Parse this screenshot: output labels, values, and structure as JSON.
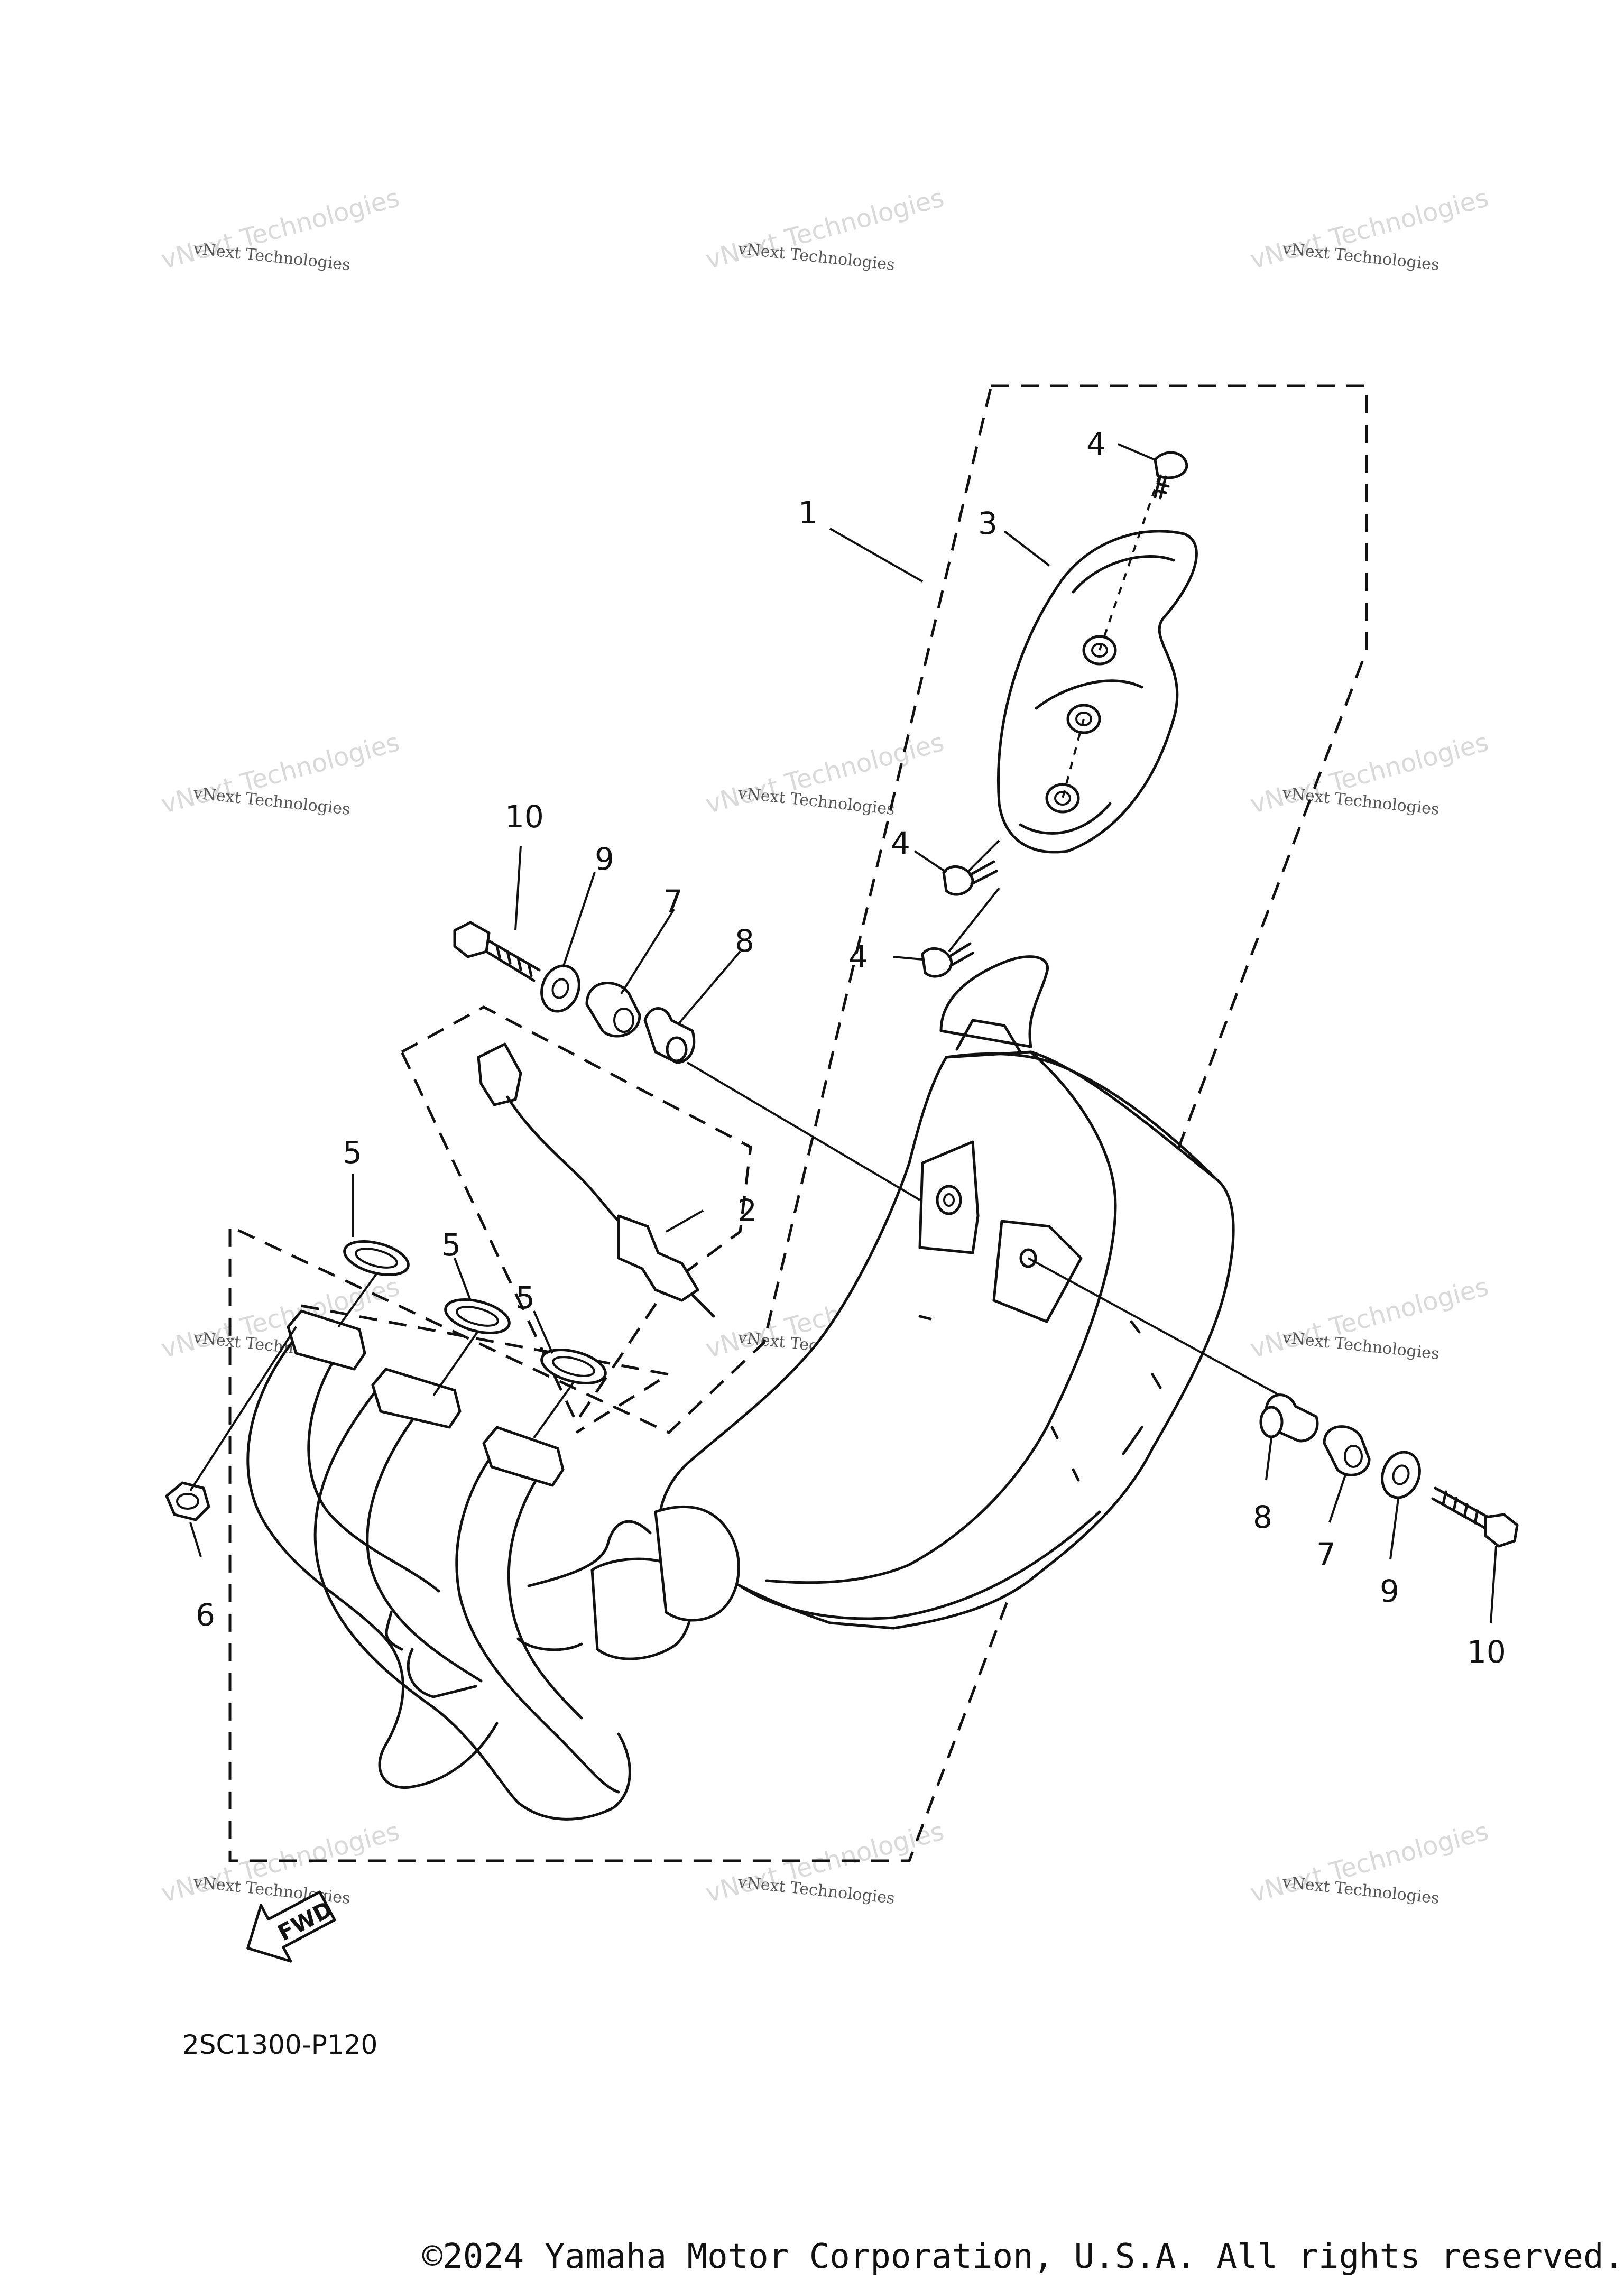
{
  "diagram": {
    "part_labels": [
      {
        "id": "1",
        "text": "1"
      },
      {
        "id": "2",
        "text": "2"
      },
      {
        "id": "3",
        "text": "3"
      },
      {
        "id": "4a",
        "text": "4"
      },
      {
        "id": "4b",
        "text": "4"
      },
      {
        "id": "4c",
        "text": "4"
      },
      {
        "id": "5a",
        "text": "5"
      },
      {
        "id": "5b",
        "text": "5"
      },
      {
        "id": "5c",
        "text": "5"
      },
      {
        "id": "6",
        "text": "6"
      },
      {
        "id": "7a",
        "text": "7"
      },
      {
        "id": "7b",
        "text": "7"
      },
      {
        "id": "8a",
        "text": "8"
      },
      {
        "id": "8b",
        "text": "8"
      },
      {
        "id": "9a",
        "text": "9"
      },
      {
        "id": "9b",
        "text": "9"
      },
      {
        "id": "10a",
        "text": "10"
      },
      {
        "id": "10b",
        "text": "10"
      }
    ],
    "direction_badge": "FWD",
    "diagram_code": "2SC1300-P120",
    "watermark": {
      "small_text": "vNext Technologies",
      "large_text": "vNext Technologies"
    }
  },
  "footer": {
    "copyright": "©2024 Yamaha Motor Corporation, U.S.A. All rights reserved."
  }
}
